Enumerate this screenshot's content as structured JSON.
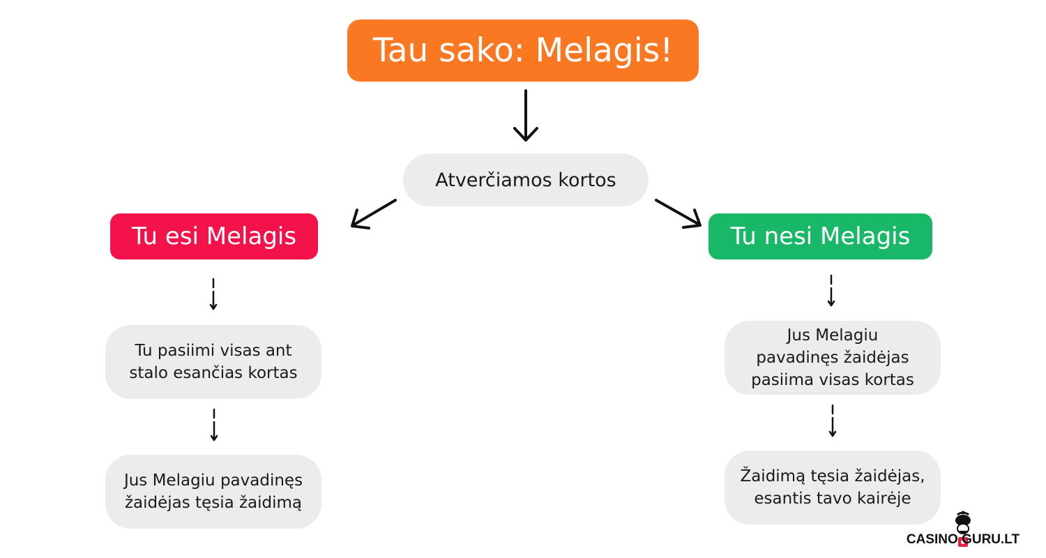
{
  "nodes": {
    "top": "Tau sako: Melagis!",
    "middle": "Atverčiamos kortos",
    "left_head": "Tu esi Melagis",
    "right_head": "Tu nesi Melagis",
    "left_step1": "Tu pasiimi visas ant\nstalo esančias kortas",
    "left_step2": "Jus Melagiu pavadinęs\nžaidėjas tęsia žaidimą",
    "right_step1": "Jus Melagiu\npavadinęs žaidėjas\npasiima visas kortas",
    "right_step2": "Žaidimą tęsia žaidėjas,\nesantis tavo kairėje"
  },
  "edges": [
    {
      "from": "top",
      "to": "middle",
      "style": "solid"
    },
    {
      "from": "middle",
      "to": "left_head",
      "style": "solid"
    },
    {
      "from": "middle",
      "to": "right_head",
      "style": "solid"
    },
    {
      "from": "left_head",
      "to": "left_step1",
      "style": "dashed"
    },
    {
      "from": "left_step1",
      "to": "left_step2",
      "style": "dashed"
    },
    {
      "from": "right_head",
      "to": "right_step1",
      "style": "dashed"
    },
    {
      "from": "right_step1",
      "to": "right_step2",
      "style": "dashed"
    }
  ],
  "colors": {
    "top": "#fb7822",
    "left_head": "#f3124a",
    "right_head": "#19b868",
    "pill": "#ececec"
  },
  "logo": {
    "text": "CASINO GURU.LT",
    "icon": "guru-figure-icon"
  }
}
